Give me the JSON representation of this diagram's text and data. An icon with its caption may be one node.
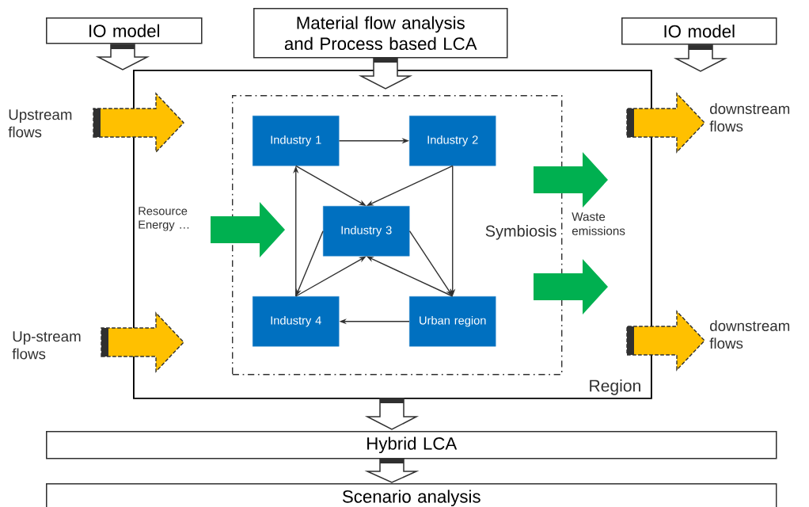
{
  "diagram": {
    "nodes": [
      {
        "text": [
          "IO model"
        ]
      },
      {
        "text": [
          "Material flow analysis and Process based LCA"
        ]
      },
      {
        "text": [
          "IO model"
        ]
      },
      {
        "text": [
          "Region"
        ]
      },
      {
        "text": [
          "Symbiosis"
        ],
        "in": 3
      },
      {
        "text": [
          "Industry 1"
        ],
        "in": 4
      },
      {
        "text": [
          "Industry 2"
        ],
        "in": 4
      },
      {
        "text": [
          "Industry 3"
        ],
        "in": 4
      },
      {
        "text": [
          "Industry 4"
        ],
        "in": 4
      },
      {
        "text": [
          "Urban region"
        ],
        "in": 4
      },
      {
        "text": [
          "Hybrid LCA"
        ]
      },
      {
        "text": [
          "Scenario analysis"
        ]
      },
      {
        "text": [
          "Upstream flows"
        ]
      },
      {
        "text": [
          "Up-stream flows"
        ]
      },
      {
        "text": [
          "downstream flows"
        ]
      },
      {
        "text": [
          "downstream flows"
        ]
      },
      {
        "text": [
          "Resource Energy …"
        ],
        "in": 3
      }
    ],
    "edges": [
      {
        "from": 0,
        "to": 3,
        "arrow": "to",
        "style": "thick"
      },
      {
        "from": 1,
        "to": 3,
        "arrow": "to",
        "style": "thick"
      },
      {
        "from": 2,
        "to": null,
        "arrow": "to",
        "style": "thick"
      },
      {
        "from": 3,
        "to": 10,
        "arrow": "to",
        "style": "thick"
      },
      {
        "from": 10,
        "to": 11,
        "arrow": "to",
        "style": "thick"
      },
      {
        "from": 12,
        "to": null,
        "arrow": "to",
        "style": "dashed",
        "color": "#ffc000"
      },
      {
        "from": 13,
        "to": null,
        "arrow": "to",
        "style": "dashed",
        "color": "#ffc000"
      },
      {
        "from": null,
        "to": 14,
        "arrow": "to",
        "style": "dashed",
        "color": "#ffc000"
      },
      {
        "from": null,
        "to": 15,
        "arrow": "to",
        "style": "dashed",
        "color": "#ffc000"
      },
      {
        "from": 16,
        "to": 4,
        "arrow": "to",
        "style": "thick",
        "color": "#00b050"
      },
      {
        "from": 4,
        "to": null,
        "arrow": "to",
        "style": "thick",
        "color": "#00b050"
      },
      {
        "from": 4,
        "to": null,
        "arrow": "to",
        "style": "thick",
        "color": "#00b050"
      },
      {
        "from": 5,
        "to": 6,
        "arrow": "to"
      },
      {
        "from": 5,
        "to": 7,
        "arrow": "to"
      },
      {
        "from": 6,
        "to": 7,
        "arrow": "to"
      },
      {
        "from": 6,
        "to": 9,
        "arrow": "to"
      },
      {
        "from": 8,
        "to": 5,
        "arrow": "to"
      },
      {
        "from": 7,
        "to": 8,
        "arrow": "to"
      },
      {
        "from": 8,
        "to": 7,
        "arrow": "to"
      },
      {
        "from": 7,
        "to": 9,
        "arrow": "to"
      },
      {
        "from": 9,
        "to": 7,
        "arrow": "to"
      },
      {
        "from": 9,
        "to": 8,
        "arrow": "to"
      }
    ],
    "labels": [
      "Waste emissions"
    ]
  }
}
